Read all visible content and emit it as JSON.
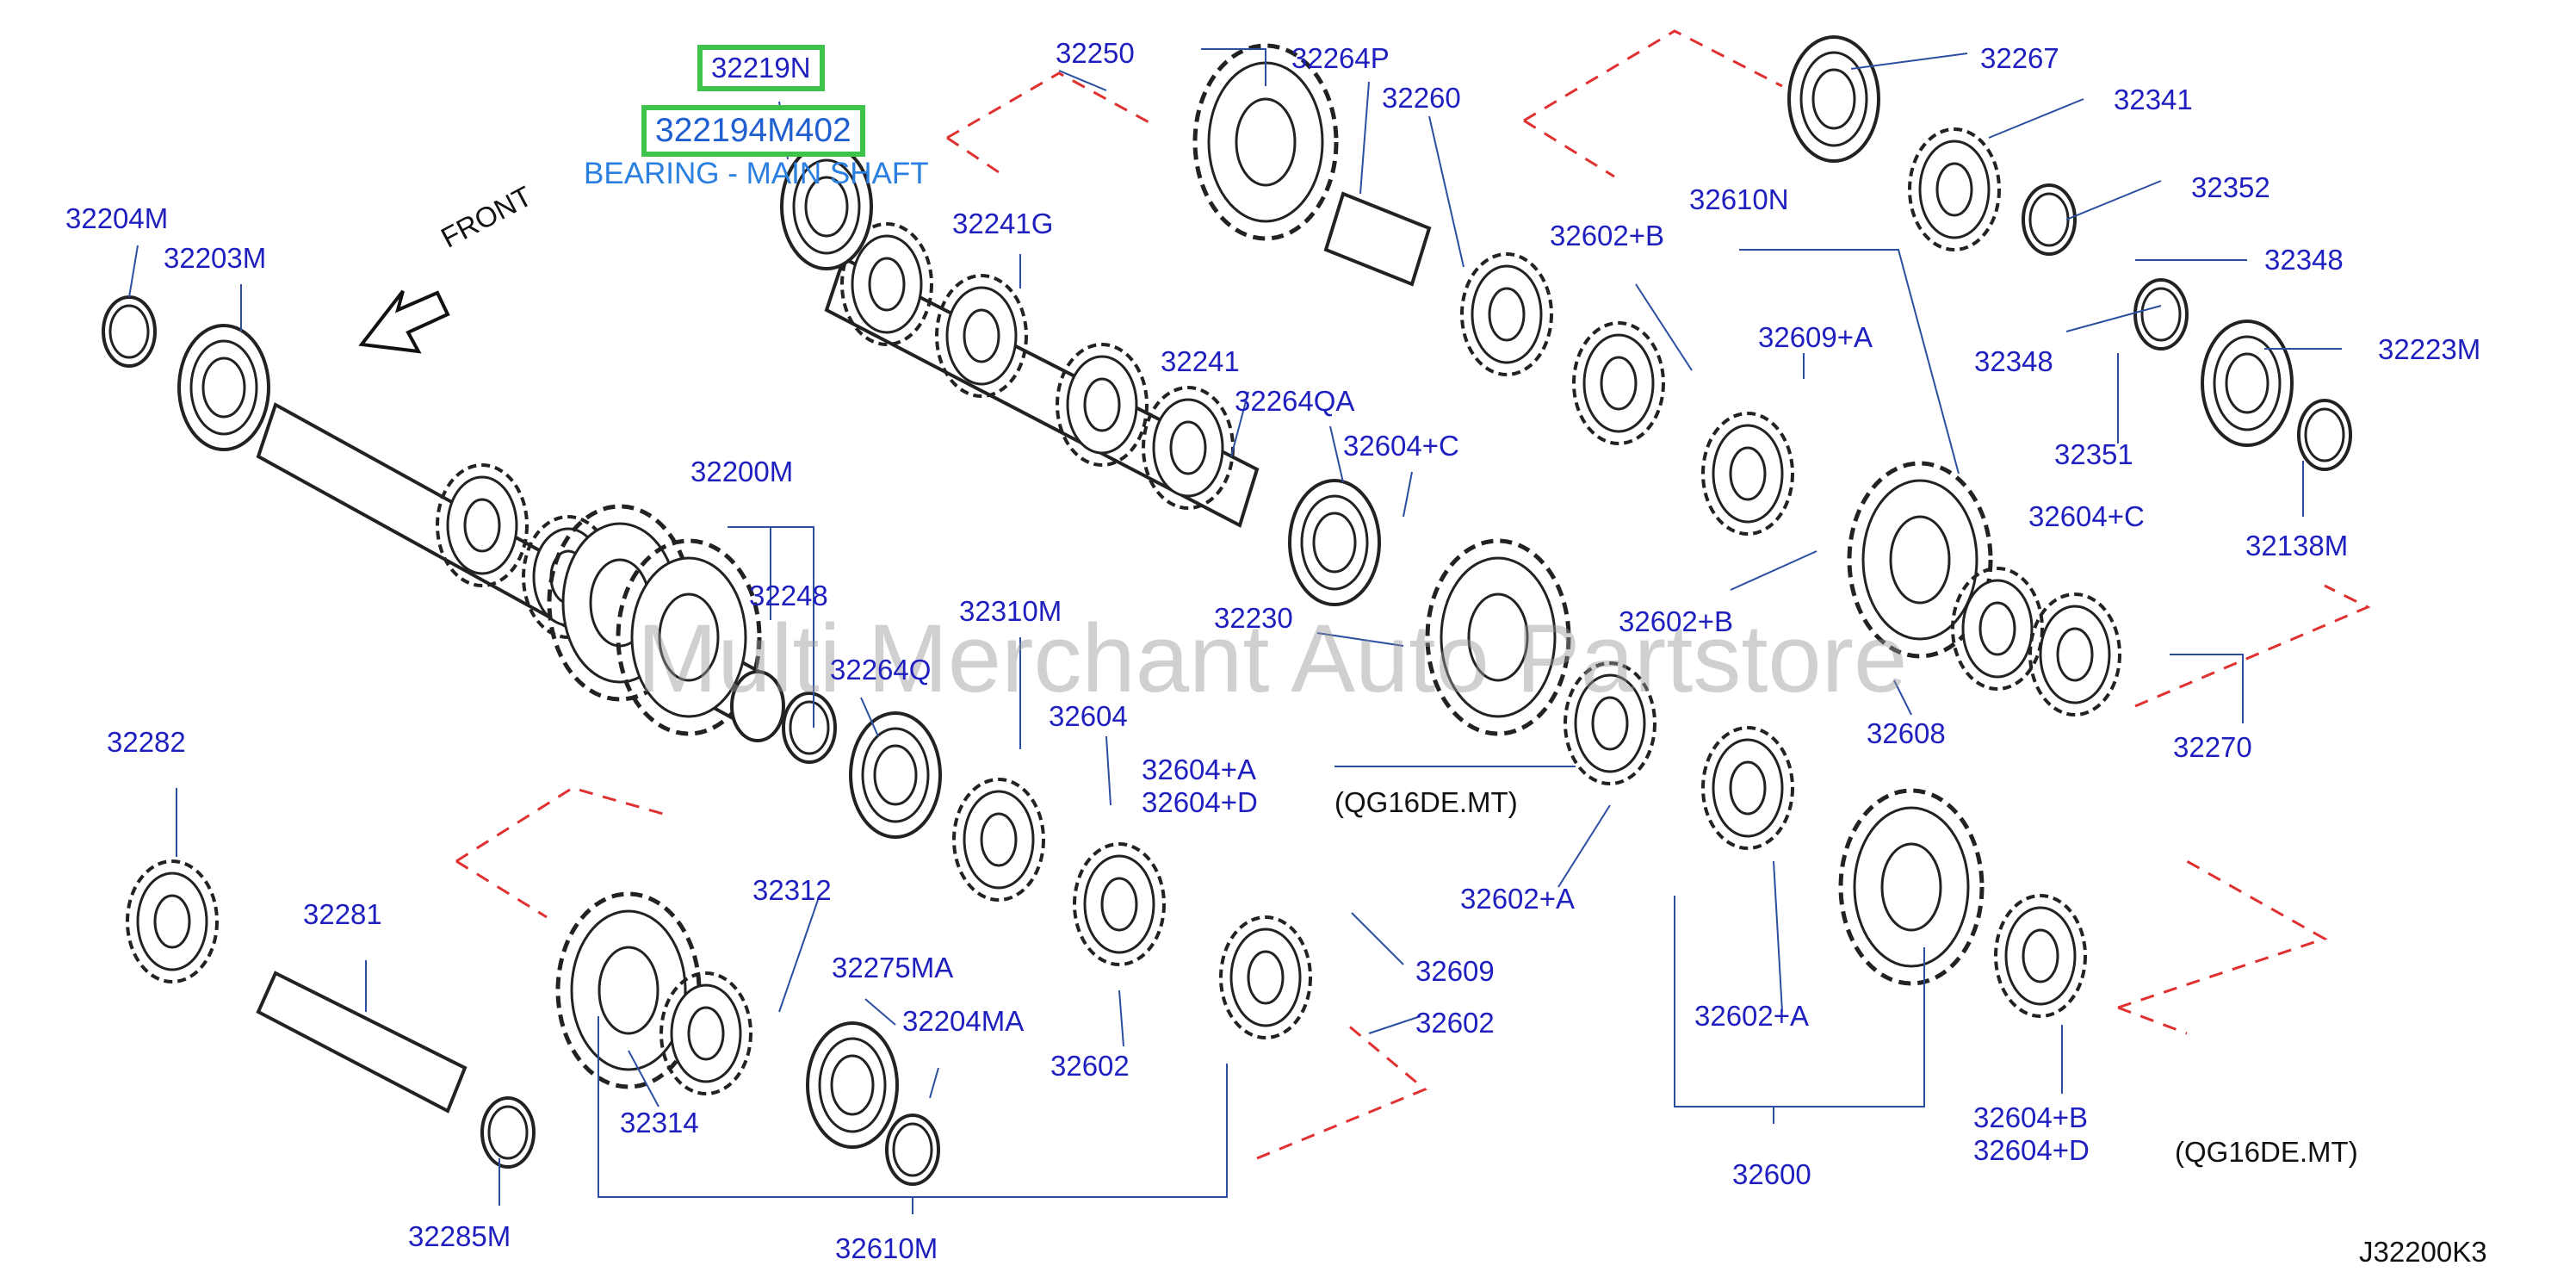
{
  "highlighted_labels": [
    "32219N",
    "322194M402"
  ],
  "highlight_description": "BEARING - MAIN SHAFT",
  "watermark": "Multi Merchant Auto Partstore",
  "front_label": "FRONT",
  "diagram_code": "J32200K3",
  "variant_note": "(QG16DE.MT)",
  "part_numbers": {
    "p32250": "32250",
    "p32264P": "32264P",
    "p32260": "32260",
    "p32267": "32267",
    "p32341": "32341",
    "p32352": "32352",
    "p32348a": "32348",
    "p32348b": "32348",
    "p32223M": "32223M",
    "p32351": "32351",
    "p32138M": "32138M",
    "p32610N": "32610N",
    "p32602B1": "32602+B",
    "p32609A": "32609+A",
    "p32241G": "32241G",
    "p32204M": "32204M",
    "p32203M": "32203M",
    "p32241": "32241",
    "p32264QA": "32264QA",
    "p32604C1": "32604+C",
    "p32200M": "32200M",
    "p32248": "32248",
    "p32604C2": "32604+C",
    "p32230": "32230",
    "p32602B2": "32602+B",
    "p32310M": "32310M",
    "p32264Q": "32264Q",
    "p32604": "32604",
    "p32604A": "32604+A",
    "p32604D1": "32604+D",
    "p32608": "32608",
    "p32270": "32270",
    "p32282": "32282",
    "p32281": "32281",
    "p32312": "32312",
    "p32275MA": "32275MA",
    "p32204MA": "32204MA",
    "p32602A1": "32602+A",
    "p32609": "32609",
    "p32602a": "32602",
    "p32602b": "32602",
    "p32602A2": "32602+A",
    "p32314": "32314",
    "p32285M": "32285M",
    "p32610M": "32610M",
    "p32600": "32600",
    "p32604B": "32604+B",
    "p32604D2": "32604+D"
  }
}
